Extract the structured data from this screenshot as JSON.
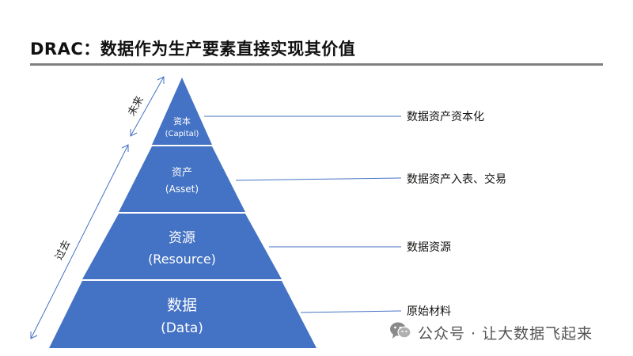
{
  "title": "DRAC：数据作为生产要素直接实现其价值",
  "pyramid": {
    "tiers": [
      {
        "name_cn": "资本",
        "name_en": "(Capital)",
        "annotation": "数据资产资本化"
      },
      {
        "name_cn": "资产",
        "name_en": "(Asset)",
        "annotation": "数据资产入表、交易"
      },
      {
        "name_cn": "资源",
        "name_en": "(Resource)",
        "annotation": "数据资源"
      },
      {
        "name_cn": "数据",
        "name_en": "(Data)",
        "annotation": "原始材料"
      }
    ],
    "side_labels": {
      "future": "未来",
      "past": "过去"
    }
  },
  "colors": {
    "pyramid_fill": "#4472C4",
    "connector": "#4472C4",
    "rule": "#7F7F7F"
  },
  "watermark": {
    "text": "公众号 · 让大数据飞起来",
    "icon": "wechat-icon"
  }
}
